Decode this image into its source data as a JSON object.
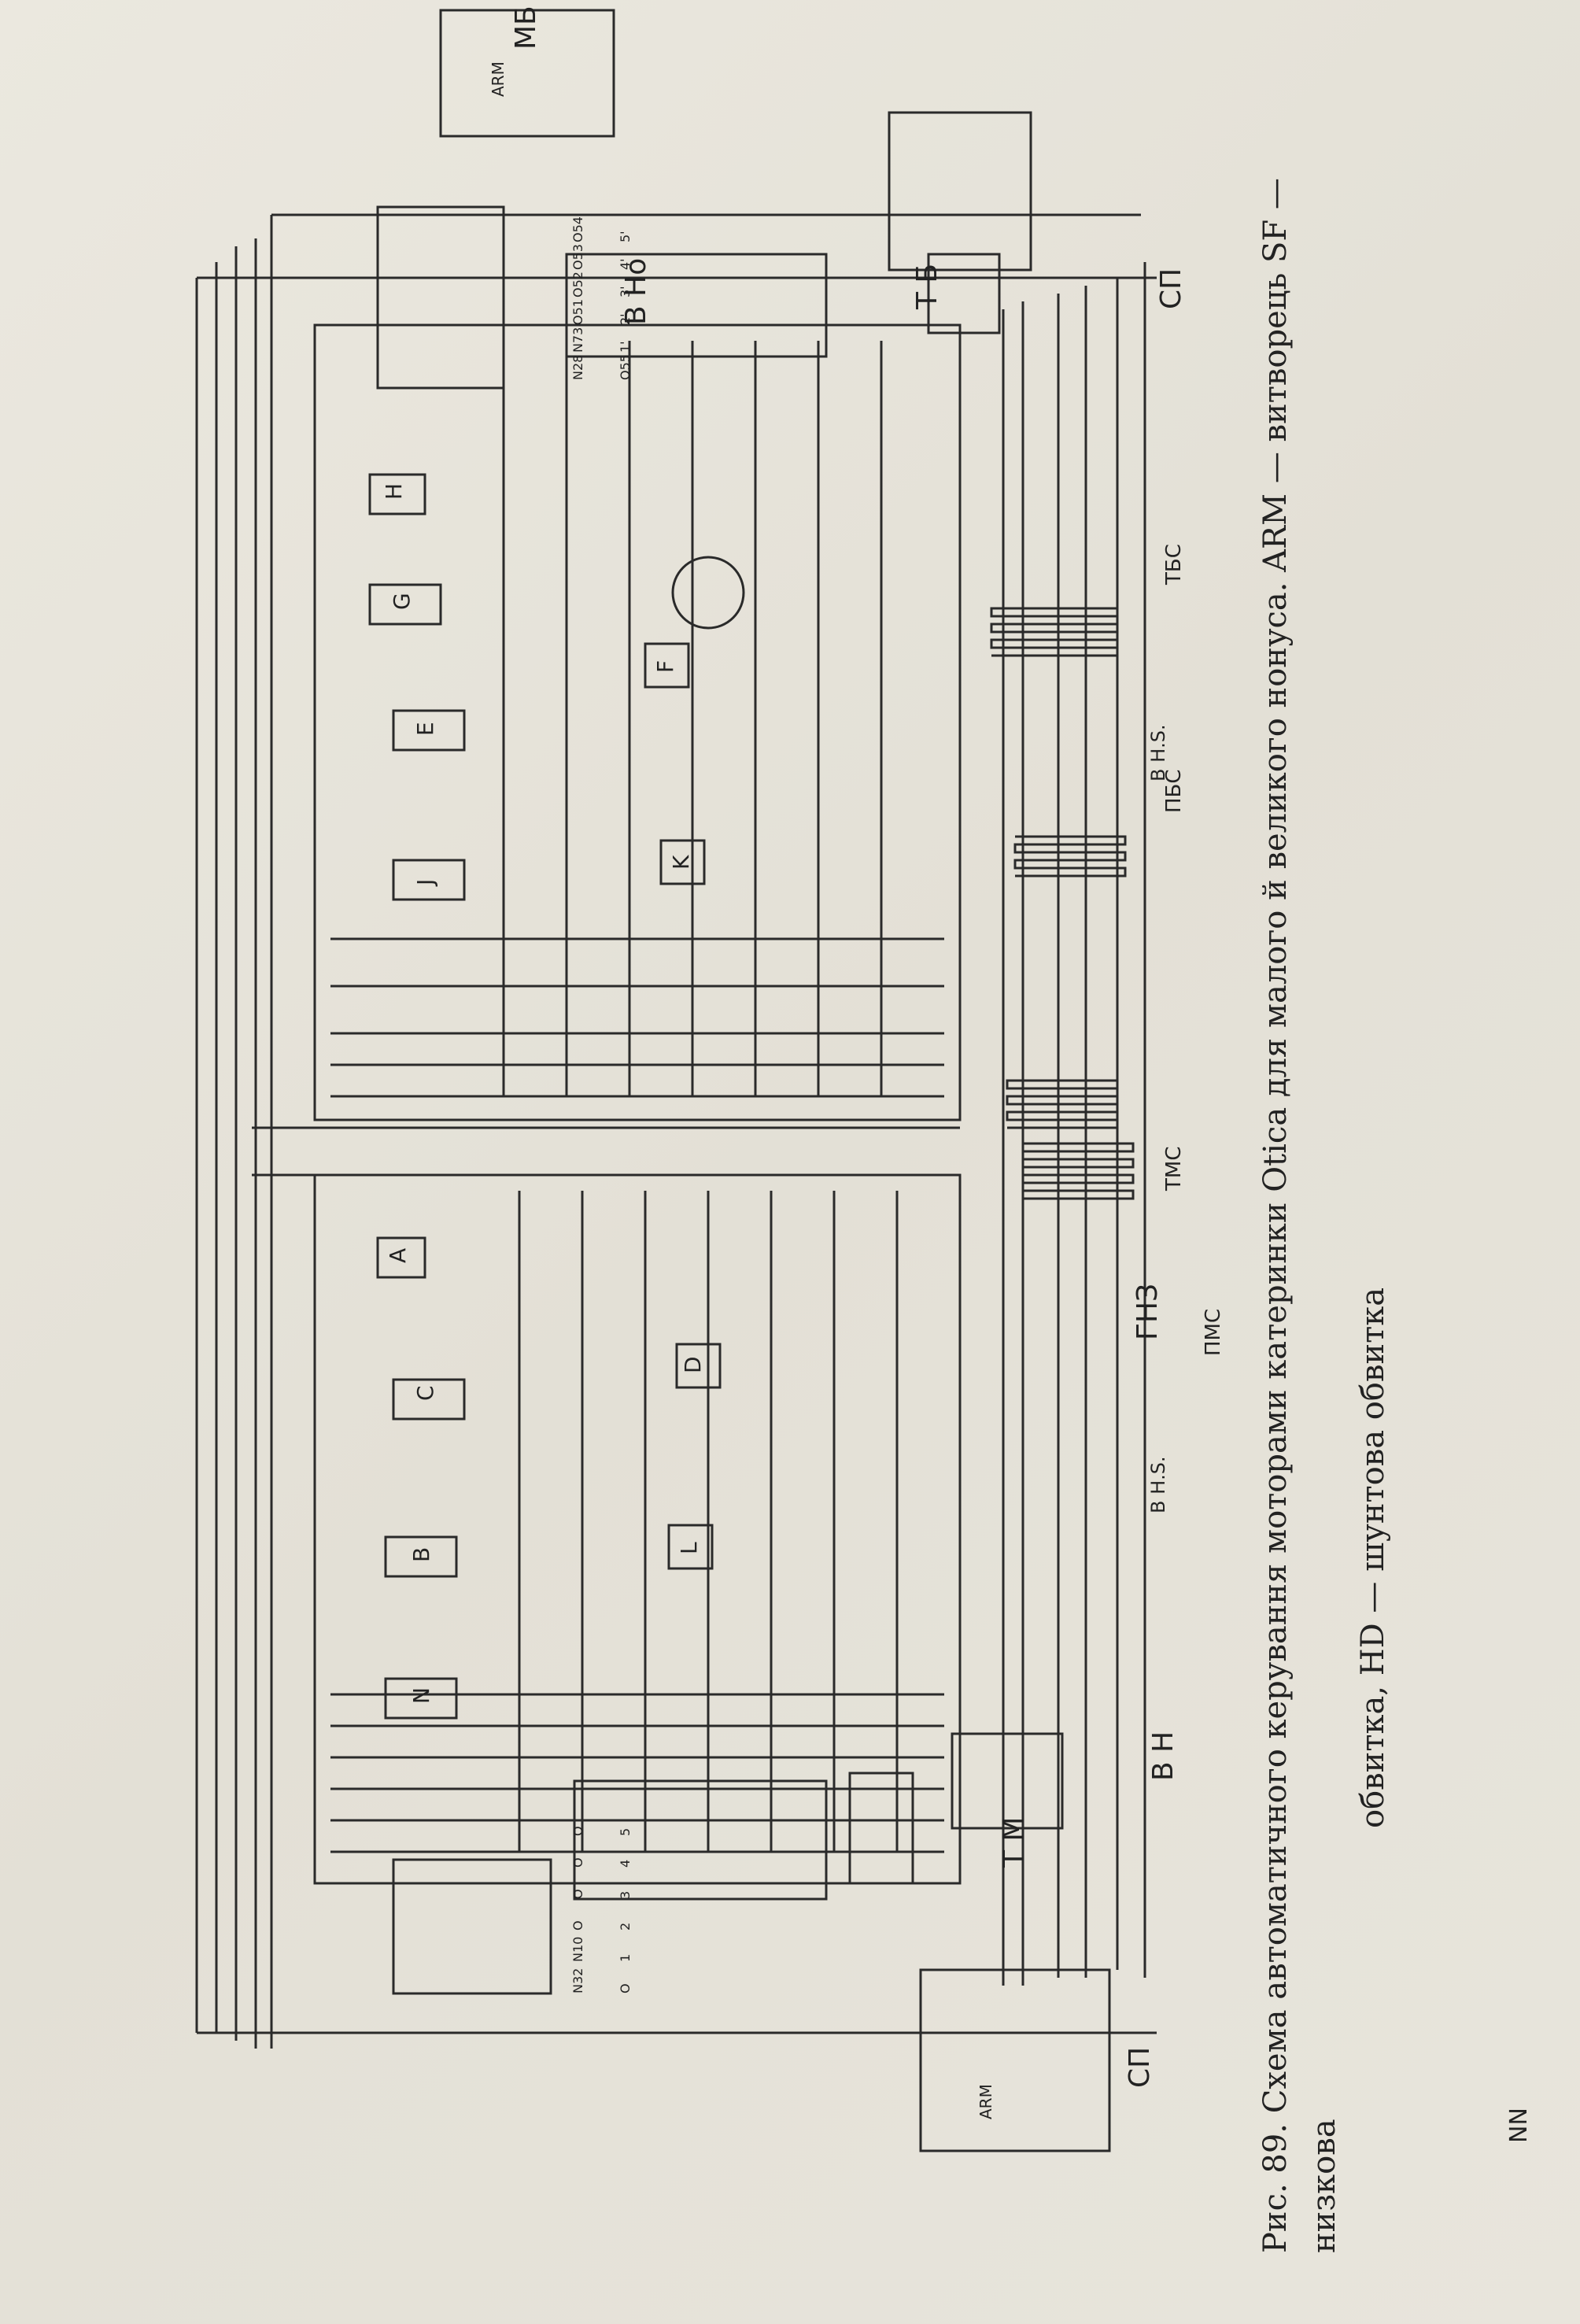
{
  "caption": {
    "line1": "Рис. 89. Схема автоматичного керування моторами катеринки Otica для малого й великого нонуса. ARM — витворець SF — низкова",
    "line2": "обвитка, HD — шунтова обвитка"
  },
  "schematic": {
    "block_labels": {
      "sp_left": "СП",
      "vn": "В Н",
      "gnz": "ГНЗ",
      "tm": "Т М",
      "sp_right": "СП",
      "vno": "В Но",
      "tb": "Т Б",
      "mb": "МБ",
      "pms": "ПМС",
      "tms": "ТМС",
      "pbs": "ПБС",
      "tbs": "ТБС",
      "bhs_left": "В Н.S.",
      "bhs_right": "В Н.S.",
      "nn": "NN",
      "arm_left": "ARM",
      "arm_right": "ARM"
    },
    "relay_labels_left": [
      "N",
      "B",
      "C",
      "A",
      "L",
      "D"
    ],
    "relay_labels_right": [
      "J",
      "E",
      "G",
      "H",
      "K",
      "F"
    ],
    "terminal_labels_left": [
      "N32",
      "N10",
      "O",
      "O",
      "O",
      "O",
      "O",
      "1",
      "2",
      "3",
      "4",
      "5"
    ],
    "terminal_labels_right": [
      "N28",
      "N73",
      "O51",
      "O52",
      "O53",
      "O54",
      "O55",
      "1'",
      "2'",
      "3'",
      "4'",
      "5'"
    ]
  }
}
